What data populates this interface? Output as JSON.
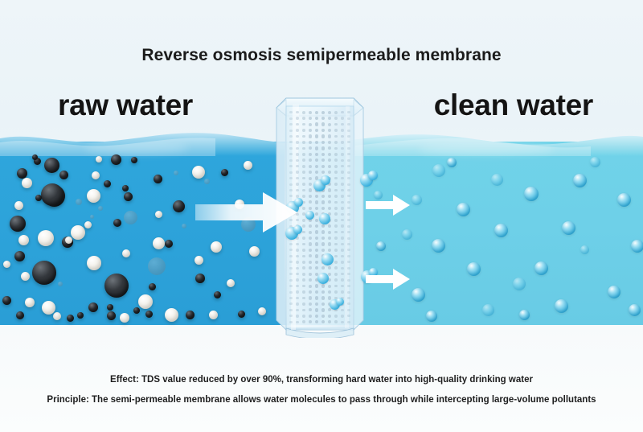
{
  "title": "Reverse osmosis semipermeable membrane",
  "labels": {
    "raw_water": "raw water",
    "clean_water": "clean water"
  },
  "captions": {
    "effect": "Effect: TDS value reduced by over 90%, transforming hard water into high-quality drinking water",
    "principle": "Principle: The semi-permeable membrane allows water molecules to pass through while intercepting large-volume pollutants"
  },
  "colors": {
    "background_top": "#eef5f9",
    "raw_water": "#2ea6dc",
    "clean_water": "#70d3e9",
    "membrane_glass": "#cfe6f2",
    "pore": "#9fb7c8",
    "arrow": "#ffffff",
    "text": "#1b1b1b",
    "droplet": "#3cb6e0",
    "contaminant_dark": "#15181b",
    "contaminant_light": "#f4f2ec"
  },
  "diagram": {
    "type": "process-illustration",
    "flow_direction": "left-to-right",
    "left_side": {
      "name": "raw water",
      "contains": [
        "dark contaminant particles",
        "light contaminant particles",
        "water"
      ],
      "water_color": "#2ea6dc"
    },
    "barrier": {
      "name": "semipermeable membrane",
      "shape": "vertical hexagonal prism",
      "pore_grid_columns": 10,
      "pore_grid_rows": 36,
      "material": "translucent glass"
    },
    "right_side": {
      "name": "clean water",
      "contains": [
        "water droplets",
        "water"
      ],
      "water_color": "#70d3e9"
    },
    "arrows": [
      {
        "name": "inflow-arrow",
        "position": "left-of-membrane",
        "direction": "right",
        "size": "large"
      },
      {
        "name": "outflow-arrow-upper",
        "position": "right-of-membrane",
        "direction": "right",
        "size": "small"
      },
      {
        "name": "outflow-arrow-lower",
        "position": "right-of-membrane",
        "direction": "right",
        "size": "small"
      }
    ]
  }
}
